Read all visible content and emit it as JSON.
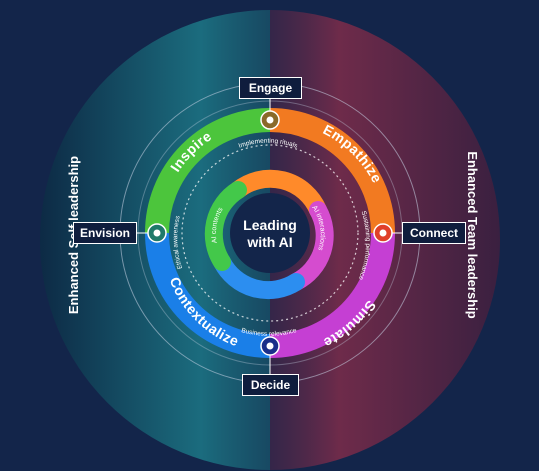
{
  "center_title_line1": "Leading",
  "center_title_line2": "with AI",
  "inner_ring_labels": {
    "left": "AI contents",
    "right": "AI interactions"
  },
  "side_labels": {
    "left": "Enhanced Self leadership",
    "right": "Enhanced Team leadership"
  },
  "nodes": {
    "top": "Engage",
    "left": "Envision",
    "right": "Connect",
    "bottom": "Decide"
  },
  "ring_labels": {
    "top_left": "Inspire",
    "top_right": "Empathize",
    "bottom_right": "Simulate",
    "bottom_left": "Contextualize"
  },
  "dotted_circle_labels": {
    "top": "Implementing rituals",
    "right": "Sustaining performance",
    "bottom": "Business relevance",
    "left": "Ethical awareness"
  },
  "colors": {
    "background": "#13254a",
    "left_glow": "#1e6a7e",
    "right_glow": "#6a2a4a",
    "green": "#4cc53c",
    "orange": "#f27a21",
    "magenta": "#c53fd3",
    "blue": "#1a7fe8",
    "white": "#ffffff"
  }
}
